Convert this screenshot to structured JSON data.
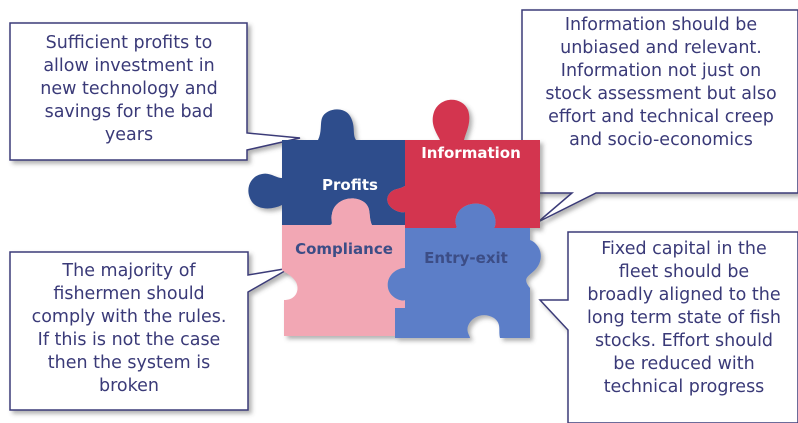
{
  "pieces": {
    "profits": {
      "label": "Profits",
      "color": "#2f4d8c",
      "text_color": "#ffffff"
    },
    "information": {
      "label": "Information",
      "color": "#d3364f",
      "text_color": "#ffffff"
    },
    "compliance": {
      "label": "Compliance",
      "color": "#f2a7b4",
      "text_color": "#3c4d86"
    },
    "entry_exit": {
      "label": "Entry-exit",
      "color": "#5b7ec8",
      "text_color": "#3c4d86"
    }
  },
  "callouts": {
    "profits": "Sufficient profits to\nallow investment in\nnew technology and\nsavings for the bad\nyears",
    "information": "Information should be\nunbiased and relevant.\nInformation not just on\nstock assessment but also\neffort and technical creep\nand socio-economics",
    "compliance": "The majority of\nfishermen should\ncomply with the rules.\nIf this is not the case\nthen the system is\nbroken",
    "entry_exit": "Fixed capital in the\nfleet should be\nbroadly aligned to the\nlong term state of fish\nstocks. Effort should\nbe reduced with\ntechnical progress"
  },
  "colors": {
    "callout_border": "#3a3a78",
    "callout_text": "#3a3a78"
  }
}
